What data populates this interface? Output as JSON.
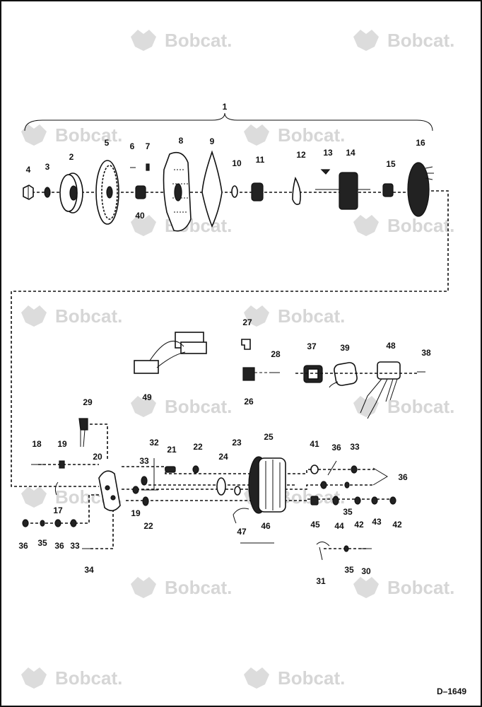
{
  "watermark": {
    "text": "Bobcat."
  },
  "drawing_code": "D–1649",
  "callouts": [
    "1",
    "2",
    "3",
    "4",
    "5",
    "6",
    "7",
    "8",
    "9",
    "10",
    "11",
    "12",
    "13",
    "14",
    "15",
    "16",
    "40",
    "27",
    "28",
    "26",
    "37",
    "39",
    "48",
    "38",
    "49",
    "29",
    "18",
    "19",
    "20",
    "32",
    "33",
    "21",
    "22",
    "24",
    "23",
    "25",
    "41",
    "36",
    "33",
    "36",
    "17",
    "19",
    "22",
    "47",
    "46",
    "45",
    "44",
    "35",
    "42",
    "43",
    "42",
    "36",
    "35",
    "36",
    "33",
    "34",
    "31",
    "35",
    "30"
  ]
}
